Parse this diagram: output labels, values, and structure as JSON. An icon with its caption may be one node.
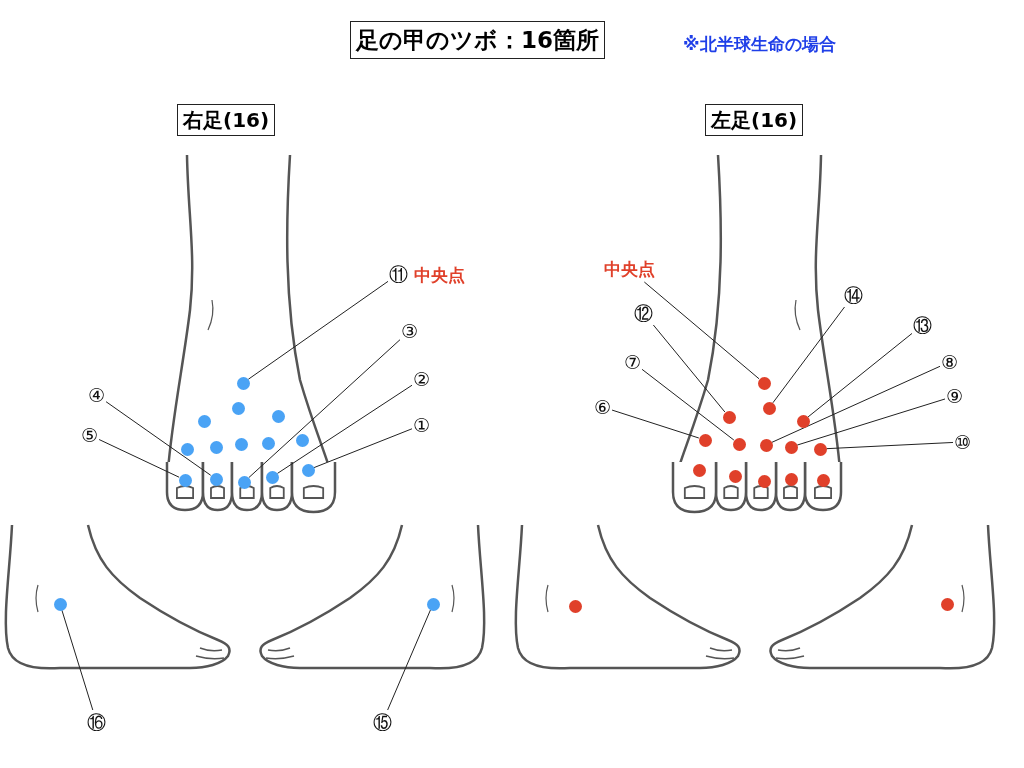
{
  "diagram": {
    "title": "足の甲のツボ：16箇所",
    "nodes": [
      {
        "text": [
          "右足(16)"
        ]
      },
      {
        "text": [
          "左足(16)"
        ]
      },
      {
        "text": [
          "⑪",
          "中央点"
        ]
      },
      {
        "text": [
          "③"
        ]
      },
      {
        "text": [
          "②"
        ]
      },
      {
        "text": [
          "④"
        ]
      },
      {
        "text": [
          "①"
        ]
      },
      {
        "text": [
          "⑤"
        ]
      },
      {
        "text": [],
        "shape": "circle"
      },
      {
        "text": [],
        "shape": "circle"
      },
      {
        "text": [],
        "shape": "circle"
      },
      {
        "text": [],
        "shape": "circle"
      },
      {
        "text": [],
        "shape": "circle"
      },
      {
        "text": [],
        "shape": "circle"
      },
      {
        "text": [],
        "shape": "circle"
      },
      {
        "text": [],
        "shape": "circle"
      },
      {
        "text": [],
        "shape": "circle"
      },
      {
        "text": [],
        "shape": "circle"
      },
      {
        "text": [],
        "shape": "circle"
      },
      {
        "text": [],
        "shape": "circle"
      },
      {
        "text": [],
        "shape": "circle"
      },
      {
        "text": [],
        "shape": "circle"
      },
      {
        "text": [],
        "shape": "circle"
      },
      {
        "text": [],
        "shape": "circle"
      },
      {
        "text": [
          "⑯"
        ]
      },
      {
        "text": [
          "⑮"
        ]
      },
      {
        "text": [
          "中央点"
        ]
      },
      {
        "text": [
          "⑭"
        ]
      },
      {
        "text": [
          "⑫"
        ]
      },
      {
        "text": [
          "⑬"
        ]
      },
      {
        "text": [
          "⑦"
        ]
      },
      {
        "text": [
          "⑧"
        ]
      },
      {
        "text": [
          "⑨"
        ]
      },
      {
        "text": [
          "⑥"
        ]
      },
      {
        "text": [
          "⑩"
        ]
      },
      {
        "text": [],
        "shape": "circle"
      },
      {
        "text": [],
        "shape": "circle"
      },
      {
        "text": [],
        "shape": "circle"
      },
      {
        "text": [],
        "shape": "circle"
      },
      {
        "text": [],
        "shape": "circle"
      },
      {
        "text": [],
        "shape": "circle"
      },
      {
        "text": [],
        "shape": "circle"
      },
      {
        "text": [],
        "shape": "circle"
      },
      {
        "text": [],
        "shape": "circle"
      },
      {
        "text": [],
        "shape": "circle"
      },
      {
        "text": [],
        "shape": "circle"
      },
      {
        "text": [],
        "shape": "circle"
      },
      {
        "text": [],
        "shape": "circle"
      },
      {
        "text": [],
        "shape": "circle"
      },
      {
        "text": [],
        "shape": "circle"
      },
      {
        "text": [],
        "shape": "circle"
      }
    ],
    "edges": [
      {
        "from": 2,
        "to": 8,
        "arrow": "none"
      },
      {
        "from": 3,
        "to": 19,
        "arrow": "none"
      },
      {
        "from": 4,
        "to": 20,
        "arrow": "none"
      },
      {
        "from": 5,
        "to": 18,
        "arrow": "none"
      },
      {
        "from": 6,
        "to": 21,
        "arrow": "none"
      },
      {
        "from": 7,
        "to": 17,
        "arrow": "none"
      },
      {
        "from": 24,
        "to": 22,
        "arrow": "none"
      },
      {
        "from": 25,
        "to": 23,
        "arrow": "none"
      },
      {
        "from": 26,
        "to": 35,
        "arrow": "none"
      },
      {
        "from": 27,
        "to": 37,
        "arrow": "none"
      },
      {
        "from": 28,
        "to": 36,
        "arrow": "none"
      },
      {
        "from": 29,
        "to": 38,
        "arrow": "none"
      },
      {
        "from": 30,
        "to": 40,
        "arrow": "none"
      },
      {
        "from": 31,
        "to": 41,
        "arrow": "none"
      },
      {
        "from": 32,
        "to": 42,
        "arrow": "none"
      },
      {
        "from": 33,
        "to": 39,
        "arrow": "none"
      },
      {
        "from": 34,
        "to": 43,
        "arrow": "none"
      }
    ],
    "labels": [
      "※北半球生命の場合"
    ]
  }
}
